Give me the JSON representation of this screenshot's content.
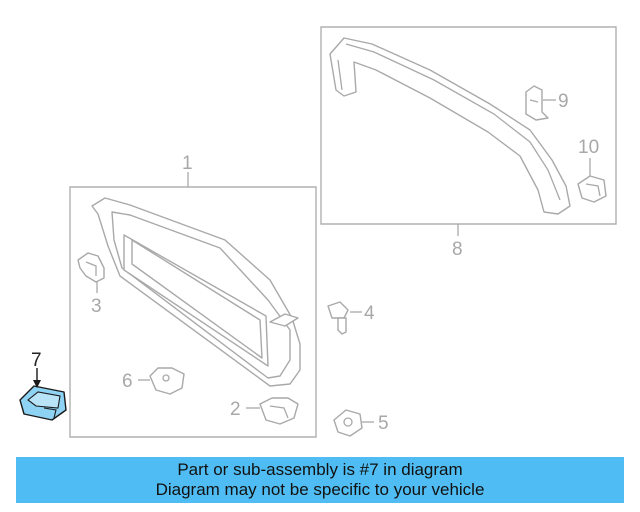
{
  "callouts": {
    "c1": "1",
    "c2": "2",
    "c3": "3",
    "c4": "4",
    "c5": "5",
    "c6": "6",
    "c7": "7",
    "c8": "8",
    "c9": "9",
    "c10": "10"
  },
  "highlight_color": "#8fd3f4",
  "banner": {
    "line1": "Part or sub-assembly is #7 in diagram",
    "line2": "Diagram may not be specific to your vehicle",
    "background": "#4fbdf3"
  }
}
